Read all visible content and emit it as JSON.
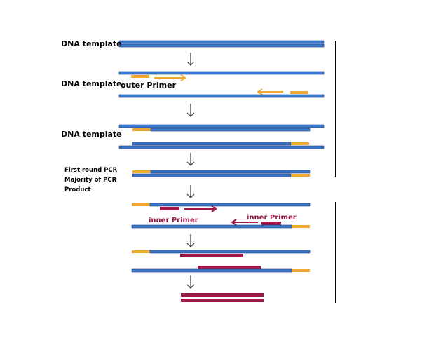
{
  "labels": {
    "dna_template_1": "DNA template",
    "dna_template_2": "DNA template",
    "dna_template_3": "DNA template",
    "outer_primer": "outer Primer",
    "first_round_line1": "First round PCR",
    "first_round_line2": "Majority of PCR",
    "first_round_line3": "Product",
    "inner_primer_left": "inner Primer",
    "inner_primer_right": "inner Primer"
  },
  "colors": {
    "strand": "#3a78c9",
    "strand_dark": "#1f3f8a",
    "outer_primer": "#f0a830",
    "inner_primer": "#a01848",
    "arrow": "#333333",
    "divider": "#000000"
  }
}
